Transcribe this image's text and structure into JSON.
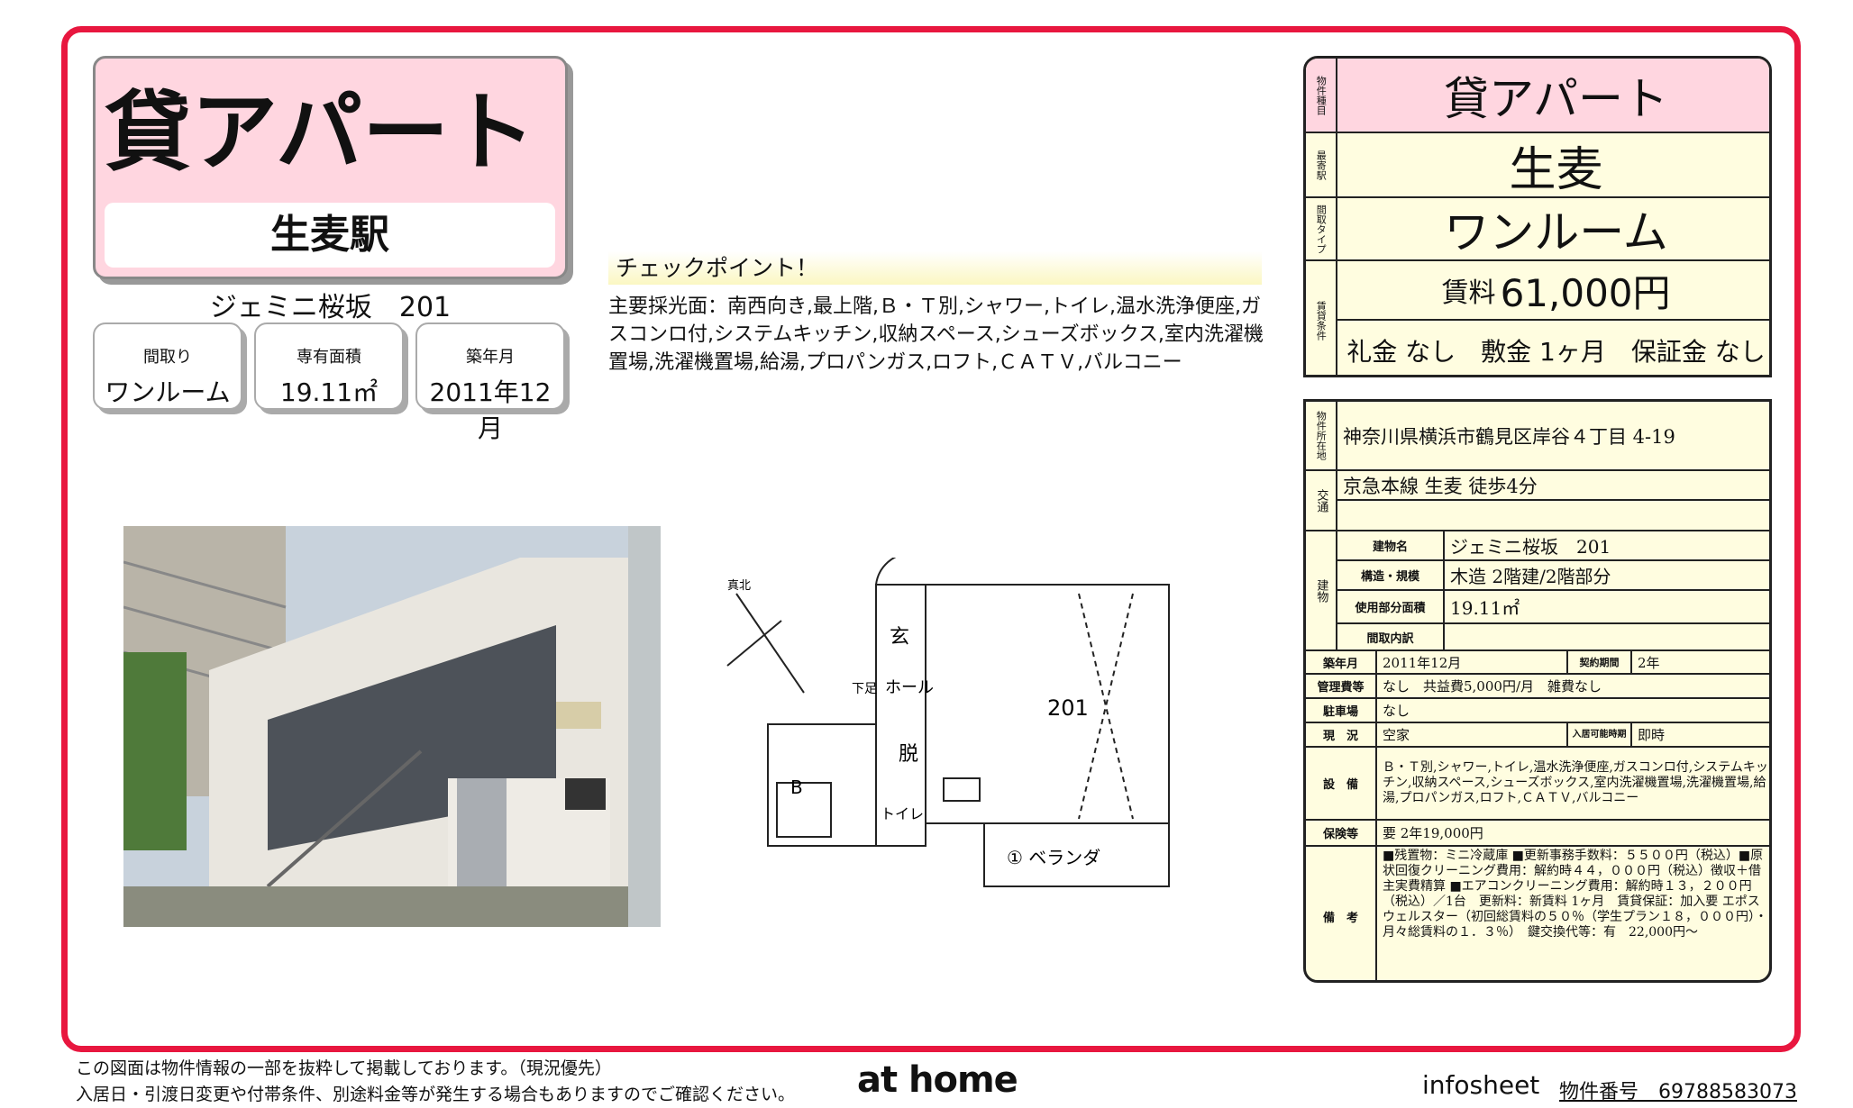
{
  "header": {
    "type": "貸アパート",
    "station": "生麦駅",
    "building": "ジェミニ桜坂　201"
  },
  "specs": [
    {
      "label": "間取り",
      "value": "ワンルーム"
    },
    {
      "label": "専有面積",
      "value": "19.11㎡"
    },
    {
      "label": "築年月",
      "value": "2011年12月"
    }
  ],
  "checkpoint": {
    "title": "チェックポイント！",
    "text": "主要採光面：南西向き,最上階,Ｂ・Ｔ別,シャワー,トイレ,温水洗浄便座,ガスコンロ付,システムキッチン,収納スペース,シューズボックス,室内洗濯機置場,洗濯機置場,給湯,プロパンガス,ロフト,ＣＡＴＶ,バルコニー"
  },
  "floorplan": {
    "room": "201",
    "hall": "ホール",
    "entrance": "玄",
    "bath": "B",
    "toilet": "トイレ",
    "dressing": "脱",
    "veranda": "① ベランダ",
    "shoes": "下足",
    "north": "真北"
  },
  "summary": {
    "type_label": "物件種目",
    "type": "貸アパート",
    "station_label": "最寄駅",
    "station": "生麦",
    "layout_label": "間取タイプ",
    "layout": "ワンルーム",
    "terms_label": "賃貸条件",
    "rent_prefix": "賃料",
    "rent": "61,000円",
    "deposits": "礼金 なし　敷金 1ヶ月　保証金 なし"
  },
  "details": {
    "address_label": "物件所在地",
    "address": "神奈川県横浜市鶴見区岸谷４丁目 4-19",
    "transport_label": "交通",
    "transport": "京急本線 生麦 徒歩4分",
    "building_label": "建物",
    "bname_label": "建物名",
    "bname": "ジェミニ桜坂　201",
    "structure_label": "構造・規模",
    "structure": "木造 2階建/2階部分",
    "area_label": "使用部分面積",
    "area": "19.11㎡",
    "rooms_label": "間取内訳",
    "built_label": "築年月",
    "built": "2011年12月",
    "contract_label": "契約期間",
    "contract": "2年",
    "fee_label": "管理費等",
    "fee": "なし　共益費5,000円/月　雑費なし",
    "parking_label": "駐車場",
    "parking": "なし",
    "status_label": "現　況",
    "status": "空家",
    "movein_label": "入居可能時期",
    "movein": "即時",
    "equip_label": "設　備",
    "equip": "Ｂ・Ｔ別,シャワー,トイレ,温水洗浄便座,ガスコンロ付,システムキッチン,収納スペース,シューズボックス,室内洗濯機置場,洗濯機置場,給湯,プロパンガス,ロフト,ＣＡＴＶ,バルコニー",
    "insurance_label": "保険等",
    "insurance": "要 2年19,000円",
    "notes_label": "備　考",
    "notes": "■残置物：ミニ冷蔵庫 ■更新事務手数料：５５００円（税込）■原状回復クリーニング費用：解約時４４，０００円（税込）徴収＋借主実費精算 ■エアコンクリーニング費用：解約時１３，２００円（税込）／1台　更新料：新賃料 1ヶ月　賃貸保証：加入要 エポスウェルスター（初回総賃料の５０％（学生プラン１８，０００円）・月々総賃料の１．３％）　鍵交換代等：有　22,000円～"
  },
  "footer": {
    "line1": "この図面は物件情報の一部を抜粋して掲載しております。（現況優先）",
    "line2": "入居日・引渡日変更や付帯条件、別途料金等が発生する場合もありますのでご確認ください。",
    "logo": "at home",
    "infosheet": "infosheet",
    "number": "物件番号　69788583073"
  }
}
